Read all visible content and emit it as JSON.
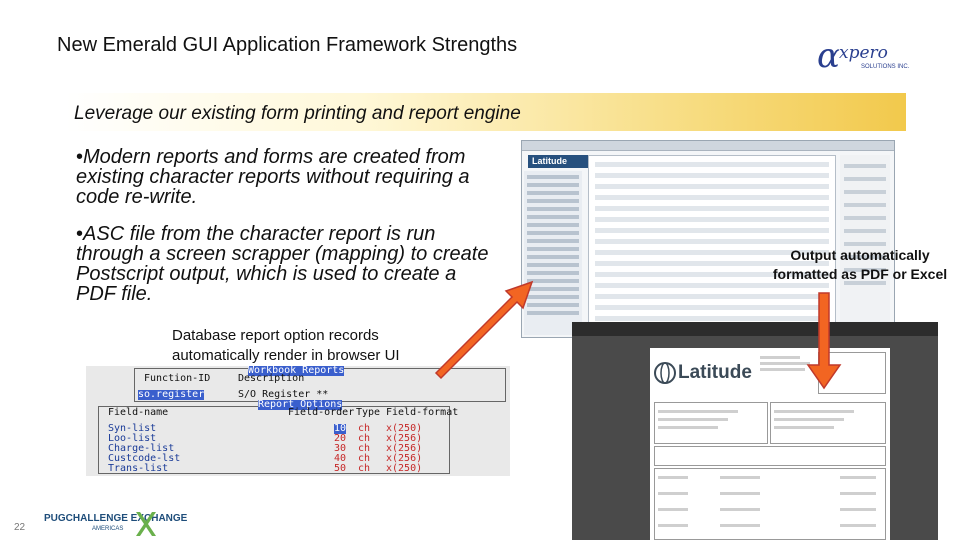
{
  "title": "New Emerald GUI Application Framework Strengths",
  "logo_text": "xpero",
  "logo_sub": "SOLUTIONS INC.",
  "banner": "Leverage our existing form printing and report engine",
  "bullets": [
    "Modern reports and forms are created from existing character reports without requiring a code re-write.",
    "ASC file from the character report is run through a screen scrapper (mapping) to create Postscript output, which is used to create a PDF file."
  ],
  "db_caption": "Database report option records automatically render in browser UI",
  "output_caption": "Output automatically formatted as PDF or Excel",
  "page_number": "22",
  "footer_logo": "PUGCHALLENGE EXCHANGE",
  "footer_logo_sub": "AMERICAS",
  "browser_shot": {
    "brand": "Latitude"
  },
  "pdf_shot": {
    "brand": "Latitude"
  },
  "terminal": {
    "function_id_label": "Function-ID",
    "workbook_reports": "Workbook Reports",
    "description_label": "Description",
    "function_value": "so.register",
    "description_value": "S/O Register **",
    "report_options": "Report Options",
    "headers": {
      "field_name": "Field-name",
      "field_order": "Field-order",
      "type": "Type",
      "field_format": "Field-format"
    },
    "rows": [
      {
        "name": "Syn-list",
        "order": "10",
        "type": "ch",
        "format": "x(250)"
      },
      {
        "name": "Loo-list",
        "order": "20",
        "type": "ch",
        "format": "x(256)"
      },
      {
        "name": "Charge-list",
        "order": "30",
        "type": "ch",
        "format": "x(256)"
      },
      {
        "name": "Custcode-lst",
        "order": "40",
        "type": "ch",
        "format": "x(256)"
      },
      {
        "name": "Trans-list",
        "order": "50",
        "type": "ch",
        "format": "x(250)"
      }
    ]
  },
  "colors": {
    "arrow": "#f26522",
    "arrow_stroke": "#c0392b",
    "banner_accent": "#f2c94c"
  }
}
